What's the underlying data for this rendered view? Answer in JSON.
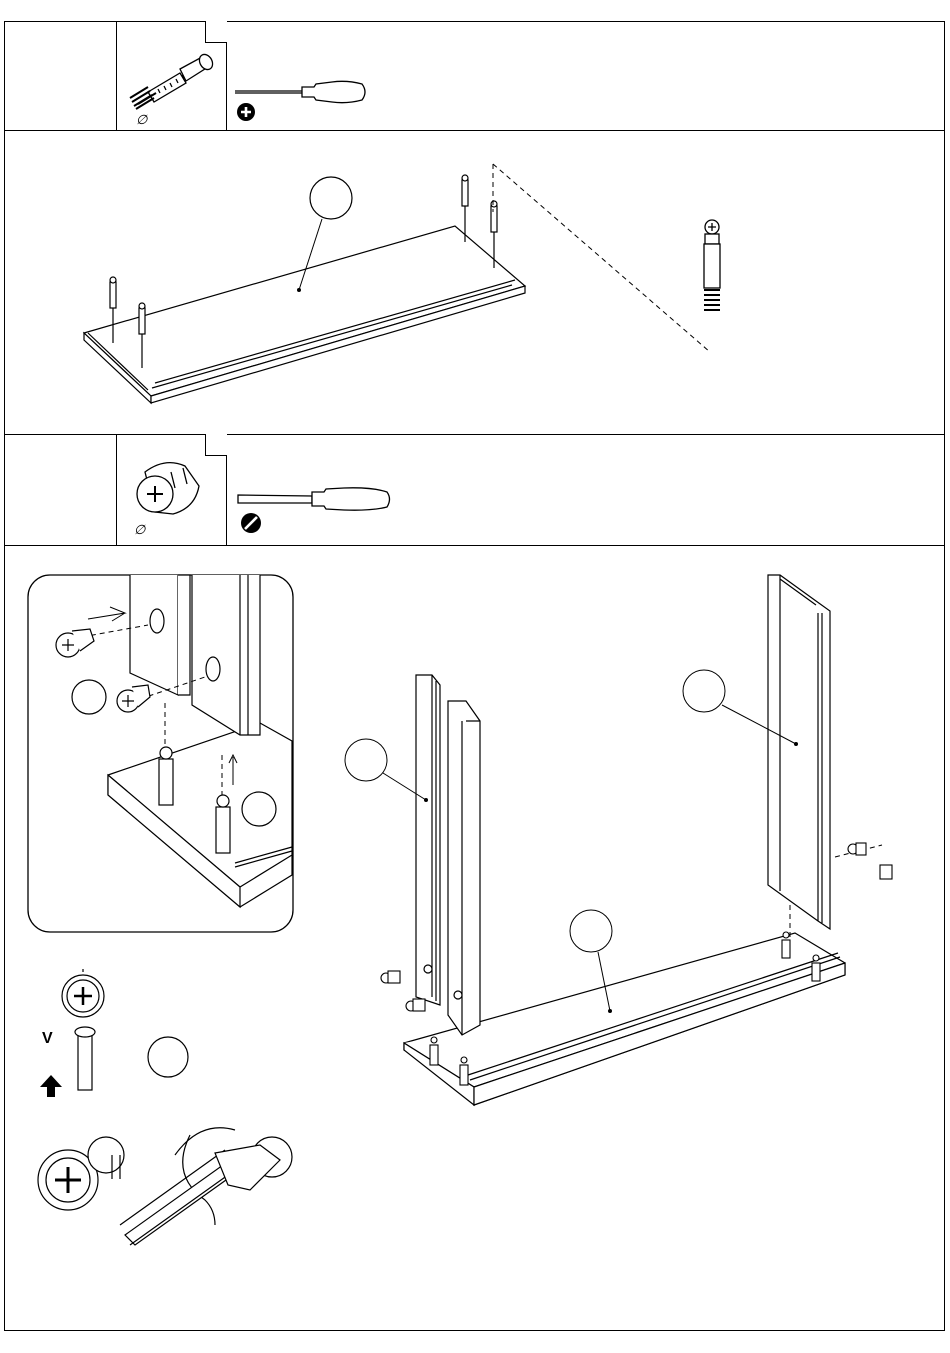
{
  "hardware_1": {
    "symbol": "∅",
    "tool": "phillips-screwdriver",
    "tool_badge": "+"
  },
  "hardware_2": {
    "symbol": "∅",
    "tool": "flathead-screwdriver",
    "tool_badge": "−"
  },
  "detail": {
    "rotation_label": "V"
  },
  "colors": {
    "line": "#000000",
    "background": "#ffffff"
  }
}
